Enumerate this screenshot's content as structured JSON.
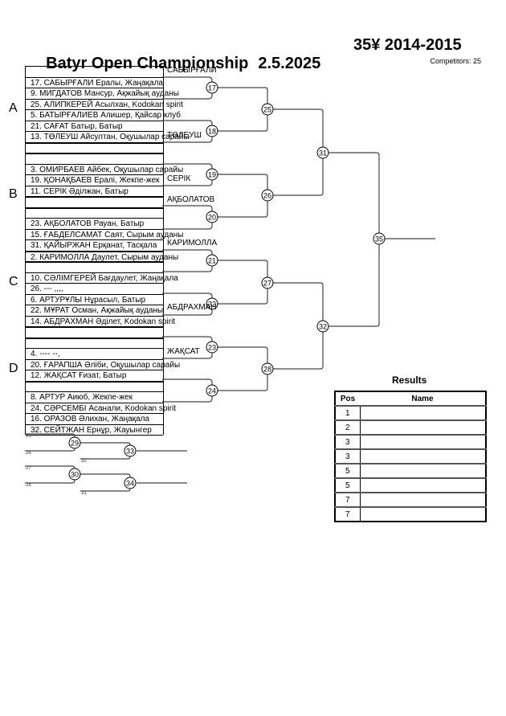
{
  "header": {
    "title": "Batyr Open Championship",
    "date": "2.5.2025",
    "category": "35¥ 2014-2015",
    "competitors": "Competitors: 25"
  },
  "pools": [
    "A",
    "B",
    "C",
    "D"
  ],
  "entries": [
    "",
    "17. САБЫРҒАЛИ Ералы, Жаңақала",
    "9. МИГДАТОВ Мансур, Ақжайық ауданы",
    "25. АЛИПКЕРЕЙ Асылхан, Kodokan spirit",
    "5. БАТЫРҒАЛИЕВ Алишер, Қайсар клуб",
    "21. САҒАТ Батыр, Батыр",
    "13. ТӨЛЕУШ Айсултан, Оқушылар сарайы",
    "",
    "",
    "3. ОМИРБАЕВ Айбек, Оқушылар сарайы",
    "19. ҚОНАҚБАЕВ Ералі, Жекпе-жек",
    "11. СЕРІК Әділжан, Батыр",
    "",
    "",
    "23. АҚБОЛАТОВ Рауан, Батыр",
    "15. ҒАБДЕЛСАМАТ Саят, Сырым ауданы",
    "31. ҚАЙЫРЖАН Ерқанат, Тасқала",
    "2. КАРИМОЛЛА Даулет, Сырым ауданы",
    "",
    "10. СӘЛІМГЕРЕЙ Бағдаулет, Жаңақала",
    "26. --- ,,,,",
    "6. АРТУРҰЛЫ Нұрасыл, Батыр",
    "22. МҰРАТ Осман, Ақжайық ауданы",
    "14. АБДРАХМАН Әділет, Kodokan spirit",
    "",
    "",
    "4. ---- --,",
    "20. ҒАРАПША Әліби, Оқушылар сарайы",
    "12. ЖАҚСАТ Ғизат, Батыр",
    "",
    "8. АРТУР Аиюб, Жекпе-жек",
    "24. СӘРСЕМБІ Асанали, Kodokan spirit",
    "16. ОРАЗОВ Әлихан, Жаңақала",
    "32. СЕЙТЖАН Ернұр, Жауынгер"
  ],
  "round1_winners": {
    "m17": "САБЫРҒАЛИ",
    "m18": "ТӨЛЕУШ",
    "m19": "СЕРІК",
    "m20": "АҚБОЛАТОВ",
    "m21": "КАРИМОЛЛА",
    "m22": "АБДРАХМАН",
    "m23": "ЖАҚСАТ"
  },
  "matches": {
    "round1": [
      "17",
      "18",
      "19",
      "20",
      "21",
      "22",
      "23",
      "24"
    ],
    "round2": [
      "25",
      "26",
      "27",
      "28"
    ],
    "semifinal": [
      "31",
      "32"
    ],
    "final": "35"
  },
  "repechage": {
    "matches": [
      "29",
      "30",
      "33",
      "34"
    ],
    "feeds": {
      "m29": [
        "25",
        "26"
      ],
      "m30": [
        "27",
        "28"
      ],
      "m33": "32",
      "m34": "31"
    }
  },
  "results": {
    "title": "Results",
    "headers": {
      "pos": "Pos",
      "name": "Name"
    },
    "rows": [
      {
        "pos": "1",
        "name": ""
      },
      {
        "pos": "2",
        "name": ""
      },
      {
        "pos": "3",
        "name": ""
      },
      {
        "pos": "3",
        "name": ""
      },
      {
        "pos": "5",
        "name": ""
      },
      {
        "pos": "5",
        "name": ""
      },
      {
        "pos": "7",
        "name": ""
      },
      {
        "pos": "7",
        "name": ""
      }
    ]
  }
}
